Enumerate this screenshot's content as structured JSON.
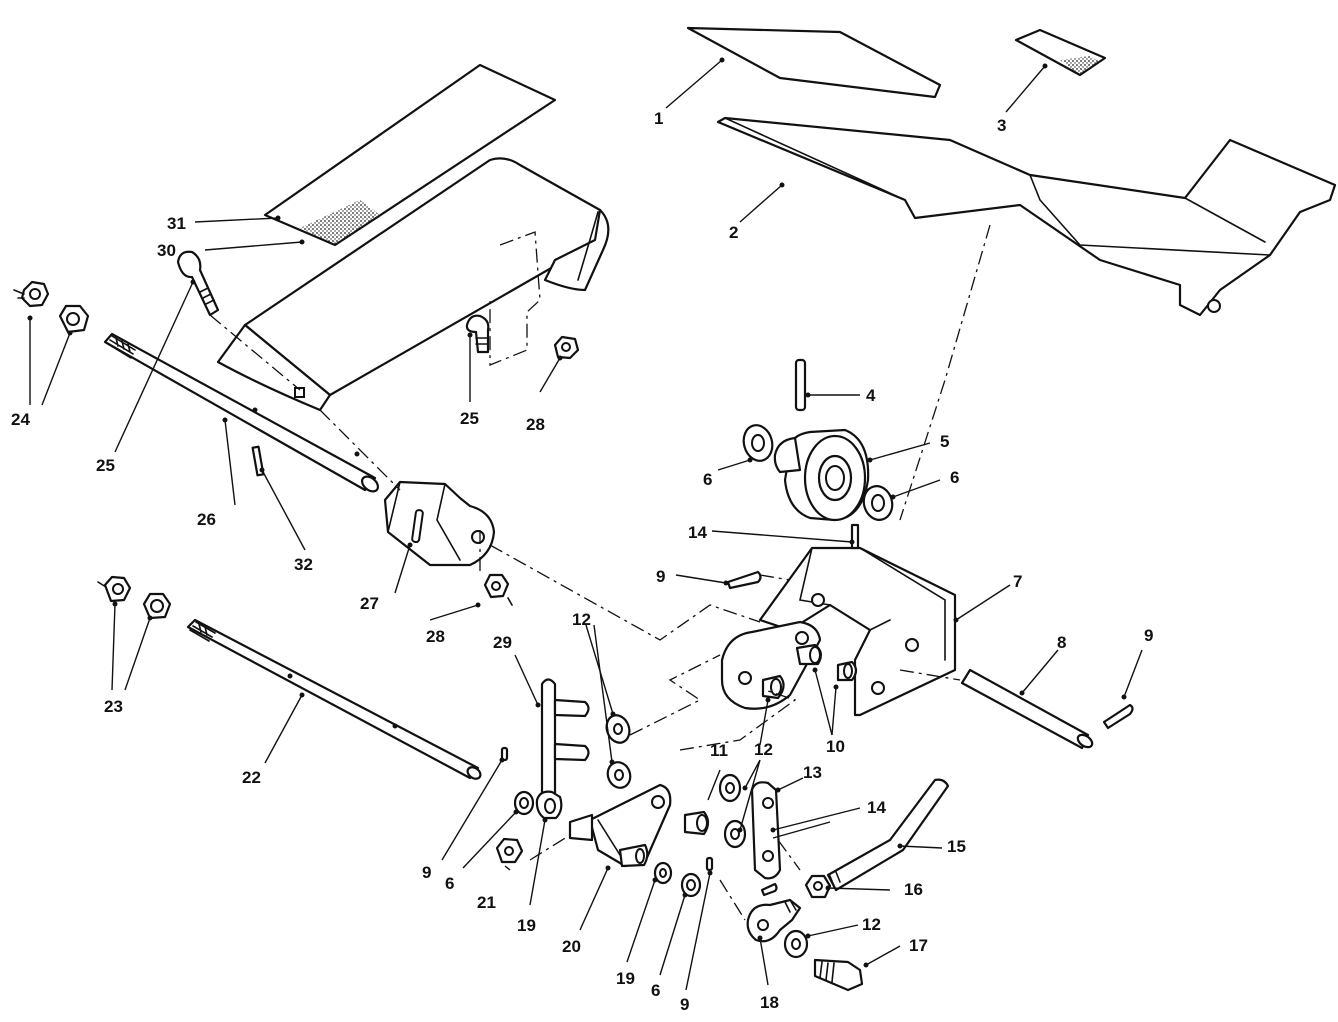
{
  "diagram": {
    "callouts": [
      {
        "id": "c1",
        "text": "1"
      },
      {
        "id": "c2",
        "text": "2"
      },
      {
        "id": "c3",
        "text": "3"
      },
      {
        "id": "c4",
        "text": "4"
      },
      {
        "id": "c5",
        "text": "5"
      },
      {
        "id": "c6a",
        "text": "6"
      },
      {
        "id": "c6b",
        "text": "6"
      },
      {
        "id": "c6c",
        "text": "6"
      },
      {
        "id": "c6d",
        "text": "6"
      },
      {
        "id": "c7",
        "text": "7"
      },
      {
        "id": "c8",
        "text": "8"
      },
      {
        "id": "c9a",
        "text": "9"
      },
      {
        "id": "c9b",
        "text": "9"
      },
      {
        "id": "c9c",
        "text": "9"
      },
      {
        "id": "c9d",
        "text": "9"
      },
      {
        "id": "c10",
        "text": "10"
      },
      {
        "id": "c11",
        "text": "11"
      },
      {
        "id": "c12a",
        "text": "12"
      },
      {
        "id": "c12b",
        "text": "12"
      },
      {
        "id": "c12c",
        "text": "12"
      },
      {
        "id": "c13",
        "text": "13"
      },
      {
        "id": "c14a",
        "text": "14"
      },
      {
        "id": "c14b",
        "text": "14"
      },
      {
        "id": "c15",
        "text": "15"
      },
      {
        "id": "c16",
        "text": "16"
      },
      {
        "id": "c17",
        "text": "17"
      },
      {
        "id": "c18",
        "text": "18"
      },
      {
        "id": "c19a",
        "text": "19"
      },
      {
        "id": "c19b",
        "text": "19"
      },
      {
        "id": "c20",
        "text": "20"
      },
      {
        "id": "c21",
        "text": "21"
      },
      {
        "id": "c22",
        "text": "22"
      },
      {
        "id": "c23",
        "text": "23"
      },
      {
        "id": "c24",
        "text": "24"
      },
      {
        "id": "c25a",
        "text": "25"
      },
      {
        "id": "c25b",
        "text": "25"
      },
      {
        "id": "c26",
        "text": "26"
      },
      {
        "id": "c27",
        "text": "27"
      },
      {
        "id": "c28a",
        "text": "28"
      },
      {
        "id": "c28b",
        "text": "28"
      },
      {
        "id": "c29",
        "text": "29"
      },
      {
        "id": "c30",
        "text": "30"
      },
      {
        "id": "c31",
        "text": "31"
      },
      {
        "id": "c32",
        "text": "32"
      }
    ]
  }
}
